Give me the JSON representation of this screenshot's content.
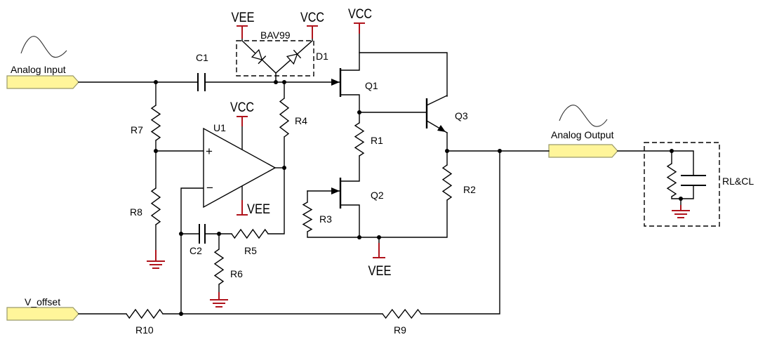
{
  "diagram": {
    "ports": {
      "analog_input": "Analog Input",
      "v_offset": "V_offset",
      "analog_output": "Analog Output"
    },
    "power_rails": {
      "d1_vee": "VEE",
      "d1_vcc": "VCC",
      "q1_vcc": "VCC",
      "u1_vcc": "VCC",
      "u1_vee": "VEE",
      "q2_vee": "VEE"
    },
    "components": {
      "c1": "C1",
      "c2": "C2",
      "d1": "D1",
      "d1_part": "BAV99",
      "u1": "U1",
      "q1": "Q1",
      "q2": "Q2",
      "q3": "Q3",
      "r1": "R1",
      "r2": "R2",
      "r3": "R3",
      "r4": "R4",
      "r5": "R5",
      "r6": "R6",
      "r7": "R7",
      "r8": "R8",
      "r9": "R9",
      "r10": "R10",
      "load": "RL&CL"
    },
    "u1_pins": {
      "plus": "+",
      "minus": "−"
    }
  },
  "colors": {
    "wire": "#000000",
    "power": "#b0141c",
    "port_fill": "#fff59a"
  }
}
